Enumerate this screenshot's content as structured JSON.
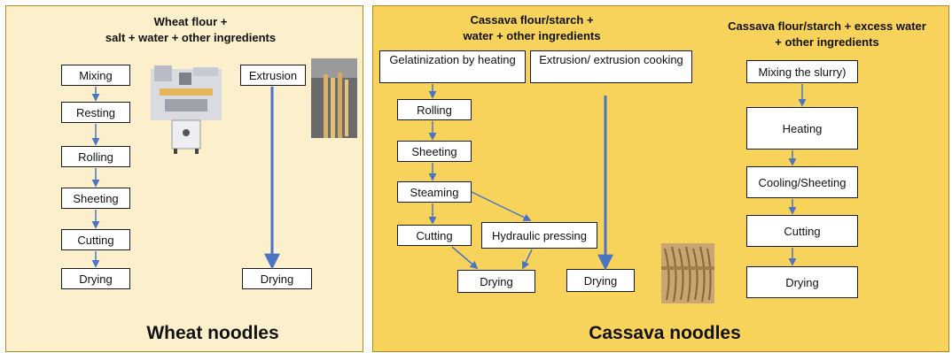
{
  "wheat": {
    "header_line1": "Wheat flour +",
    "header_line2": "salt + water + other ingredients",
    "steps": [
      "Mixing",
      "Resting",
      "Rolling",
      "Sheeting",
      "Cutting",
      "Drying"
    ],
    "extrusion": "Extrusion",
    "extrusion_drying": "Drying",
    "title": "Wheat noodles"
  },
  "cassava": {
    "header1_line1": "Cassava flour/starch +",
    "header1_line2": "water + other ingredients",
    "header2_line1": "Cassava flour/starch + excess water",
    "header2_line2": "+ other ingredients",
    "gelatinization": "Gelatinization by heating",
    "extrusion": "Extrusion/ extrusion cooking",
    "rolling": "Rolling",
    "sheeting": "Sheeting",
    "steaming": "Steaming",
    "cutting": "Cutting",
    "hydraulic": "Hydraulic pressing",
    "drying_joint": "Drying",
    "drying_extrusion": "Drying",
    "slurry": "Mixing the slurry)",
    "heating": "Heating",
    "cooling": "Cooling/Sheeting",
    "cutting2": "Cutting",
    "drying2": "Drying",
    "title": "Cassava noodles"
  },
  "colors": {
    "arrow": "#4a74c4",
    "wheat_bg": "#fcefcc",
    "cassava_bg": "#f8d35c"
  }
}
